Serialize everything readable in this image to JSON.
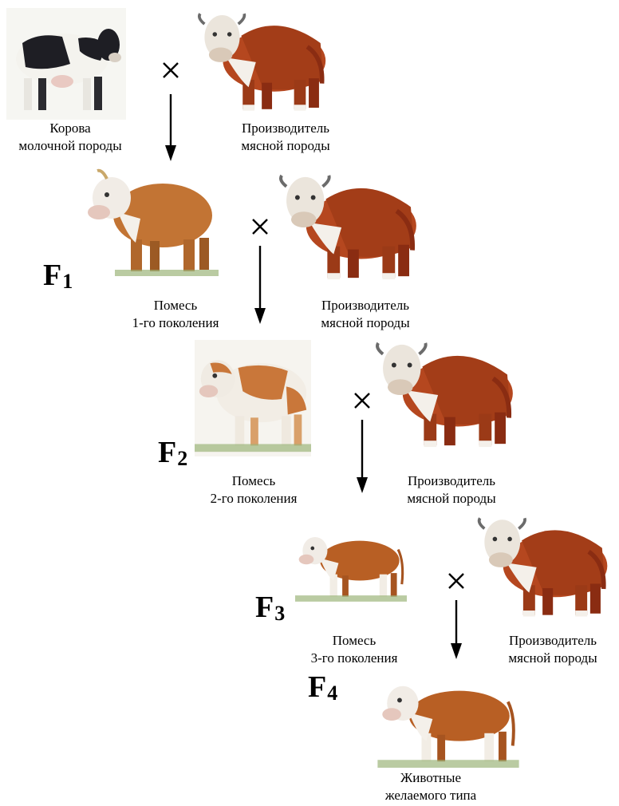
{
  "captions": {
    "dairy_cow": [
      "Корова",
      "молочной породы"
    ],
    "sire_1": [
      "Производитель",
      "мясной породы"
    ],
    "cross_f1": [
      "Помесь",
      "1-го поколения"
    ],
    "sire_2": [
      "Производитель",
      "мясной породы"
    ],
    "cross_f2": [
      "Помесь",
      "2-го поколения"
    ],
    "sire_3": [
      "Производитель",
      "мясной породы"
    ],
    "cross_f3": [
      "Помесь",
      "3-го поколения"
    ],
    "sire_4": [
      "Производитель",
      "мясной породы"
    ],
    "final": [
      "Животные",
      "желаемого типа"
    ]
  },
  "generations": [
    {
      "letter": "F",
      "index": "1"
    },
    {
      "letter": "F",
      "index": "2"
    },
    {
      "letter": "F",
      "index": "3"
    },
    {
      "letter": "F",
      "index": "4"
    }
  ],
  "icons": {
    "cross": "cross-icon",
    "arrow": "arrow-down-icon"
  },
  "colors": {
    "bull_body": "#b5471f",
    "bull_dark": "#8a2c12",
    "crossbreed_body": "#c27434",
    "dairy_black": "#1e1e24",
    "white_marks": "#f4f0ea",
    "grass": "#9cb57a",
    "arrow": "#000000"
  }
}
